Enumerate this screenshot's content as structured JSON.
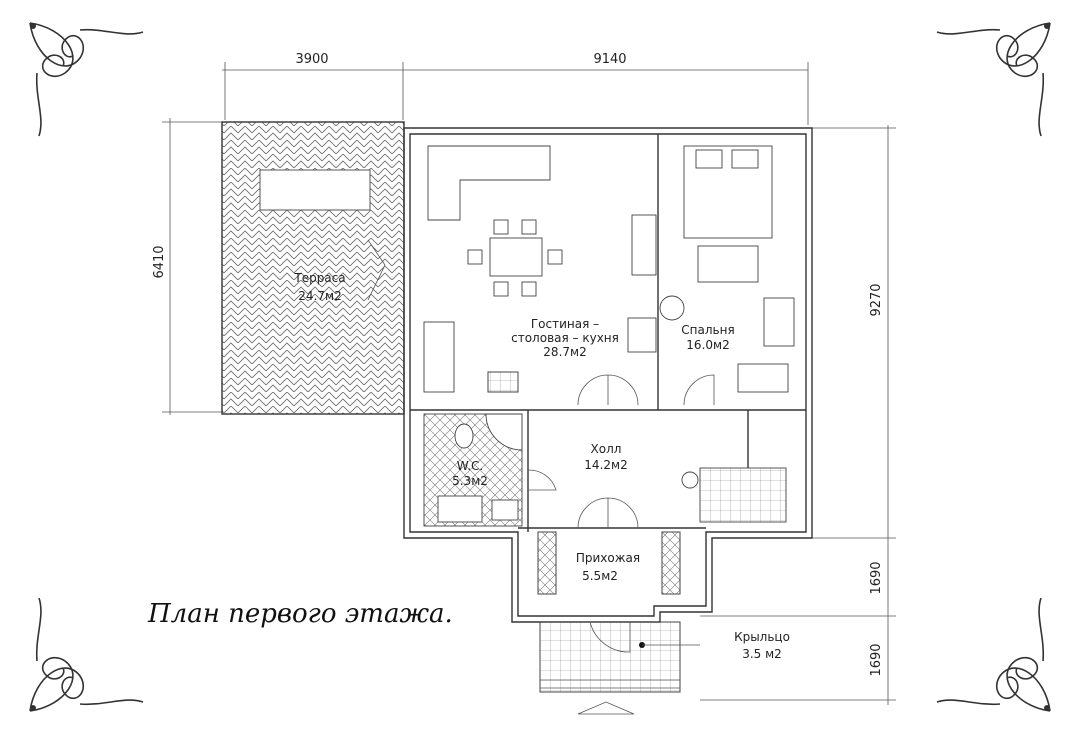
{
  "title": "План первого этажа.",
  "dimensions": {
    "top_left": "3900",
    "top_right": "9140",
    "left": "6410",
    "right": "9270",
    "right_lower_1": "1690",
    "right_lower_2": "1690"
  },
  "rooms": {
    "terrace": {
      "name": "Терраса",
      "area": "24.7м2"
    },
    "living": {
      "name_1": "Гостиная –",
      "name_2": "столовая – кухня",
      "area": "28.7м2"
    },
    "bedroom": {
      "name": "Спальня",
      "area": "16.0м2"
    },
    "hall": {
      "name": "Холл",
      "area": "14.2м2"
    },
    "wc": {
      "name": "W.C.",
      "area": "5.3м2"
    },
    "entry": {
      "name": "Прихожая",
      "area": "5.5м2"
    },
    "porch": {
      "name": "Крыльцо",
      "area": "3.5  м2"
    }
  }
}
